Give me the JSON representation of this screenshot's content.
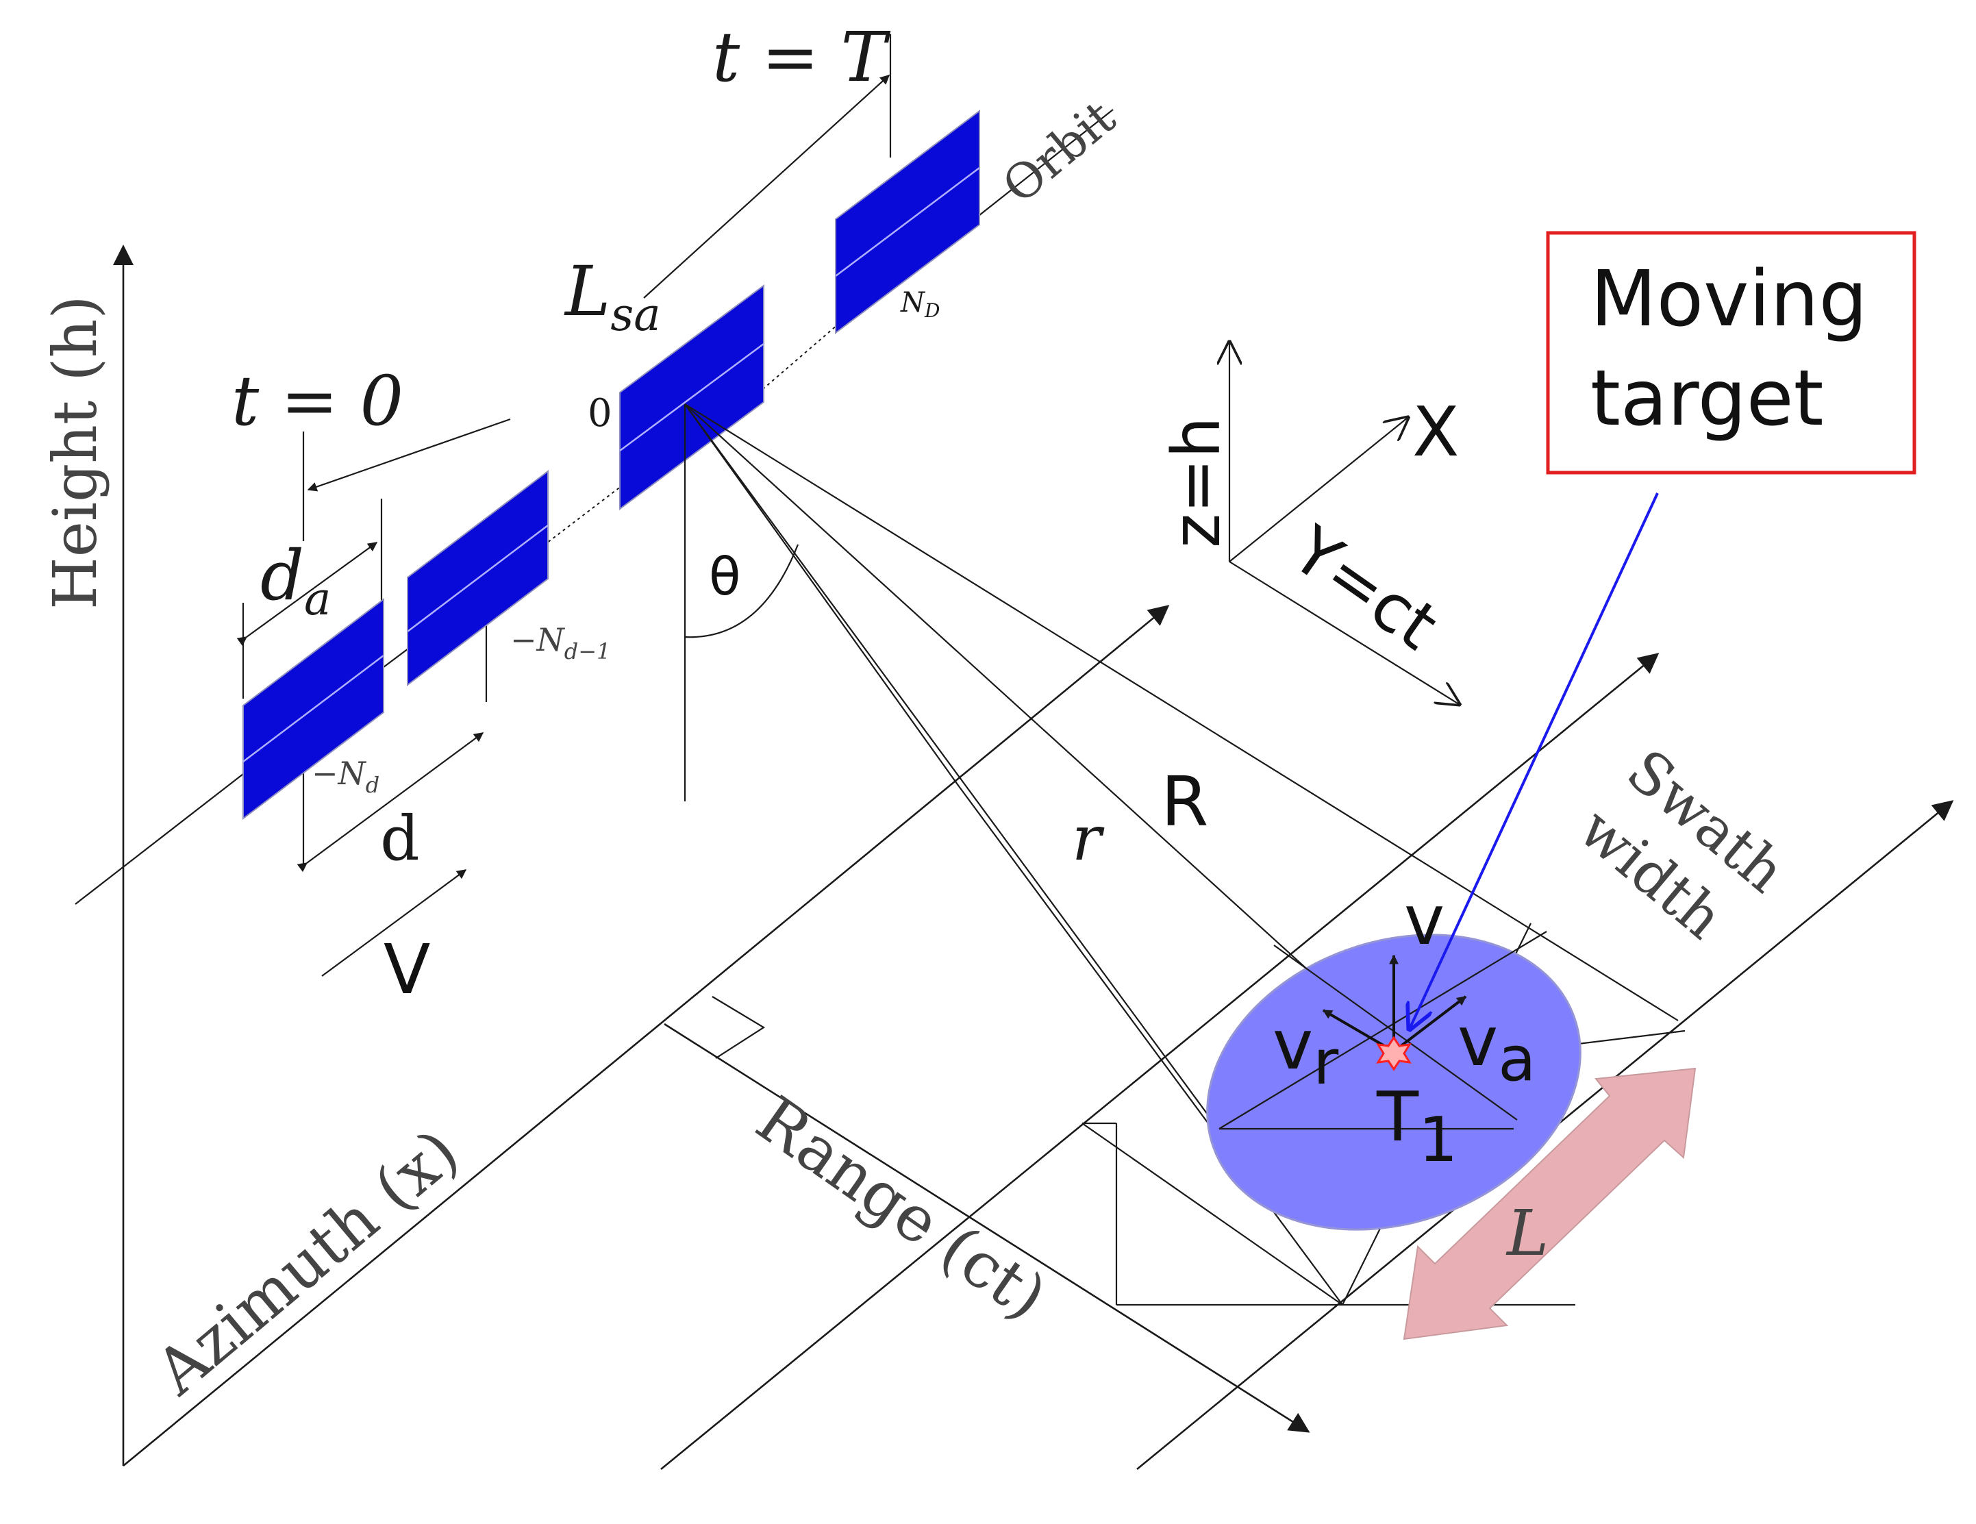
{
  "labels": {
    "height_axis": "Height (h)",
    "azimuth_axis": "Azimuth (x)",
    "range_axis": "Range (ct)",
    "orbit": "Orbit",
    "t_end": "t = T",
    "t_start": "t = 0",
    "synthetic_aperture_L": "L",
    "synthetic_aperture_sub": "sa",
    "d_a": "d",
    "d_a_sub": "a",
    "d": "d",
    "velocity": "V",
    "n_d_pos": "N",
    "n_d_pos_sub": "D",
    "n_d_neg1": "−N",
    "n_d_neg1_sub": "d−1",
    "n_d_neg": "−N",
    "n_d_neg_sub": "d",
    "zero": "0",
    "theta": "θ",
    "r": "r",
    "R": "R",
    "z_axis": "z=h",
    "x_axis": "X",
    "y_axis": "Y=ct",
    "swath_line1": "Swath",
    "swath_line2": "width",
    "v": "v",
    "v_r": "v",
    "v_r_sub": "r",
    "v_a": "v",
    "v_a_sub": "a",
    "target": "T",
    "target_sub": "1",
    "L": "L",
    "moving_target_line1": "Moving",
    "moving_target_line2": "target"
  },
  "colors": {
    "antenna_fill": "#0a0ad8",
    "footprint_fill": "#8080ff",
    "callout_border": "#e02020",
    "callout_arrow": "#1a1aee",
    "length_arrow": "#e8b0b4",
    "target_marker": "#ff2020"
  }
}
